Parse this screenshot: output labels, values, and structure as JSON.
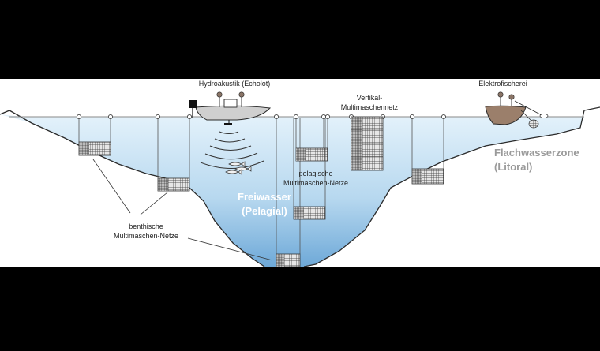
{
  "labels": {
    "hydroakustik": "Hydroakustik (Echolot)",
    "elektrofischerei": "Elektrofischerei",
    "vertikal_line1": "Vertikal-",
    "vertikal_line2": "Multimaschennetz",
    "flachwasser_line1": "Flachwasserzone",
    "flachwasser_line2": "(Litoral)",
    "pelagische_line1": "pelagische",
    "pelagische_line2": "Multimaschen-Netze",
    "freiwasser_line1": "Freiwasser",
    "freiwasser_line2": "(Pelagial)",
    "benthische_line1": "benthische",
    "benthische_line2": "Multimaschen-Netze"
  },
  "colors": {
    "background": "#000000",
    "panel": "#ffffff",
    "water_top": "#e3f1fa",
    "water_bottom": "#7fb8df",
    "outline": "#2b2b2b",
    "boat": "#cfcfcf",
    "boat_electro": "#9b7f6b",
    "net": "#555555",
    "zone_text": "#9a9a9a",
    "freiwasser_text": "#ffffff"
  }
}
